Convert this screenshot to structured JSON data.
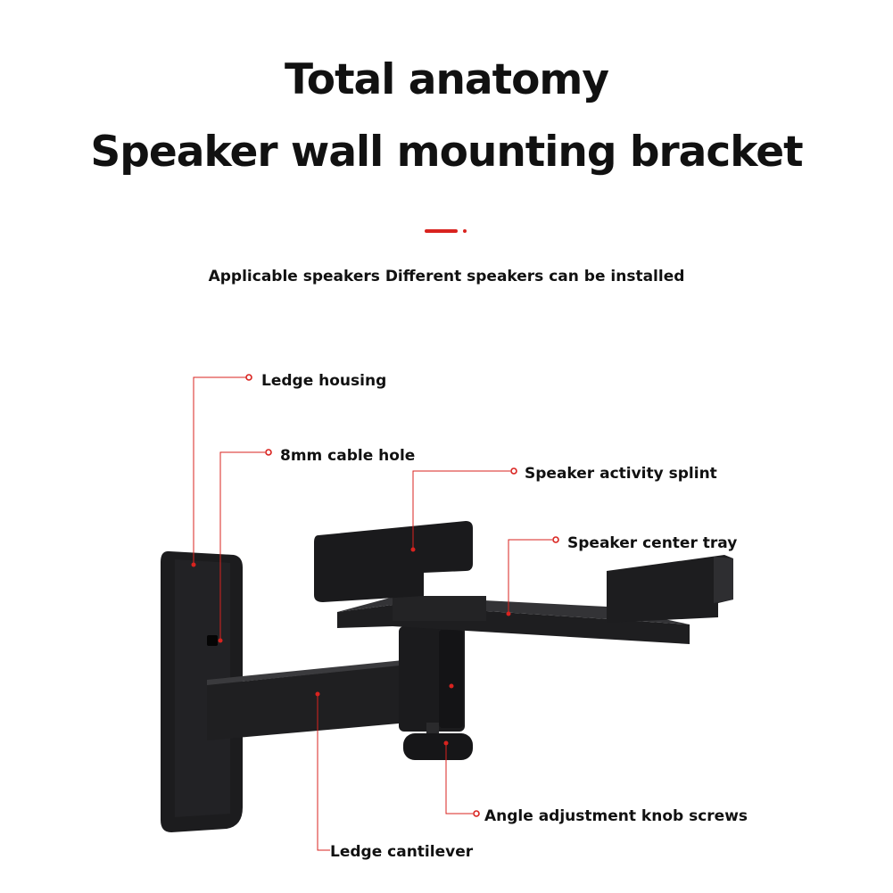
{
  "header": {
    "title_line1": "Total anatomy",
    "title_line2": "Speaker wall mounting bracket",
    "subtitle": "Applicable speakers Different speakers can be installed"
  },
  "colors": {
    "accent": "#d9231f",
    "product": "#1c1c1e",
    "text": "#111111"
  },
  "callouts": {
    "ledge_housing": "Ledge housing",
    "cable_hole": "8mm cable hole",
    "activity_splint": "Speaker activity splint",
    "center_tray": "Speaker center tray",
    "knob_screws": "Angle adjustment knob screws",
    "cantilever": "Ledge cantilever"
  }
}
